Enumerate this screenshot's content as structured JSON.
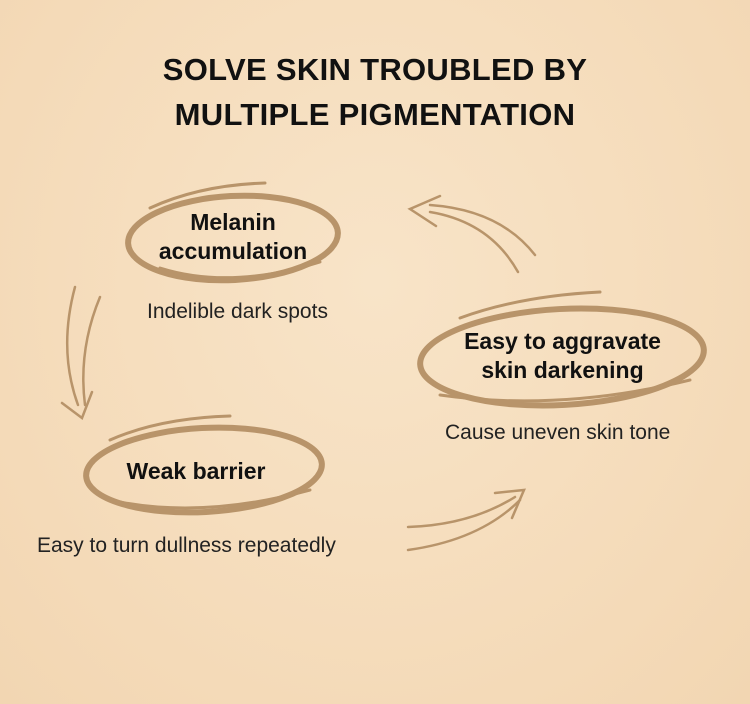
{
  "title": {
    "line1": "SOLVE SKIN TROUBLED BY",
    "line2": "MULTIPLE PIGMENTATION"
  },
  "nodes": [
    {
      "label_line1": "Melanin",
      "label_line2": "accumulation",
      "description": "Indelible dark spots"
    },
    {
      "label_line1": "Easy to aggravate",
      "label_line2": "skin darkening",
      "description": "Cause uneven skin tone"
    },
    {
      "label_line1": "Weak barrier",
      "description": "Easy to turn dullness repeatedly"
    }
  ],
  "colors": {
    "stroke": "#b8946a",
    "background": "#f6dfc0"
  }
}
